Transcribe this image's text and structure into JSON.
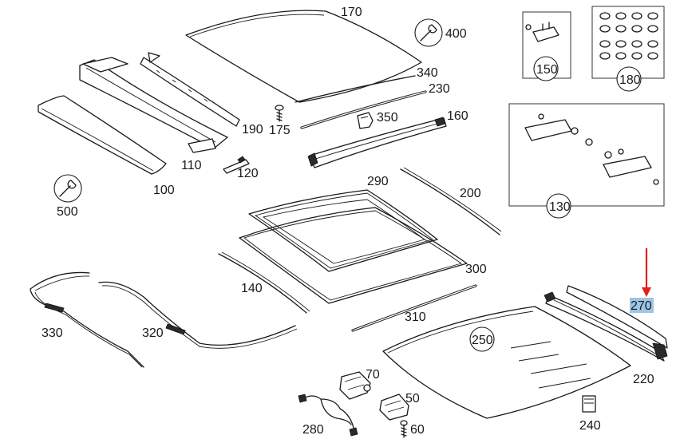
{
  "labels": {
    "p170": "170",
    "p400": "400",
    "p340": "340",
    "p230": "230",
    "p350": "350",
    "p160": "160",
    "p190": "190",
    "p175": "175",
    "p110": "110",
    "p120": "120",
    "p100": "100",
    "p500": "500",
    "p150": "150",
    "p180": "180",
    "p130": "130",
    "p290": "290",
    "p200": "200",
    "p300": "300",
    "p140": "140",
    "p310": "310",
    "p330": "330",
    "p320": "320",
    "p250": "250",
    "p270": "270",
    "p220": "220",
    "p70": "70",
    "p50": "50",
    "p280": "280",
    "p60": "60",
    "p240": "240"
  },
  "icons": {
    "wrench_400": "wrench-icon",
    "wrench_500": "wrench-icon"
  },
  "colors": {
    "highlight": "#9cc6e4",
    "pointer_arrow": "#e0201b"
  },
  "highlighted_part": "270"
}
